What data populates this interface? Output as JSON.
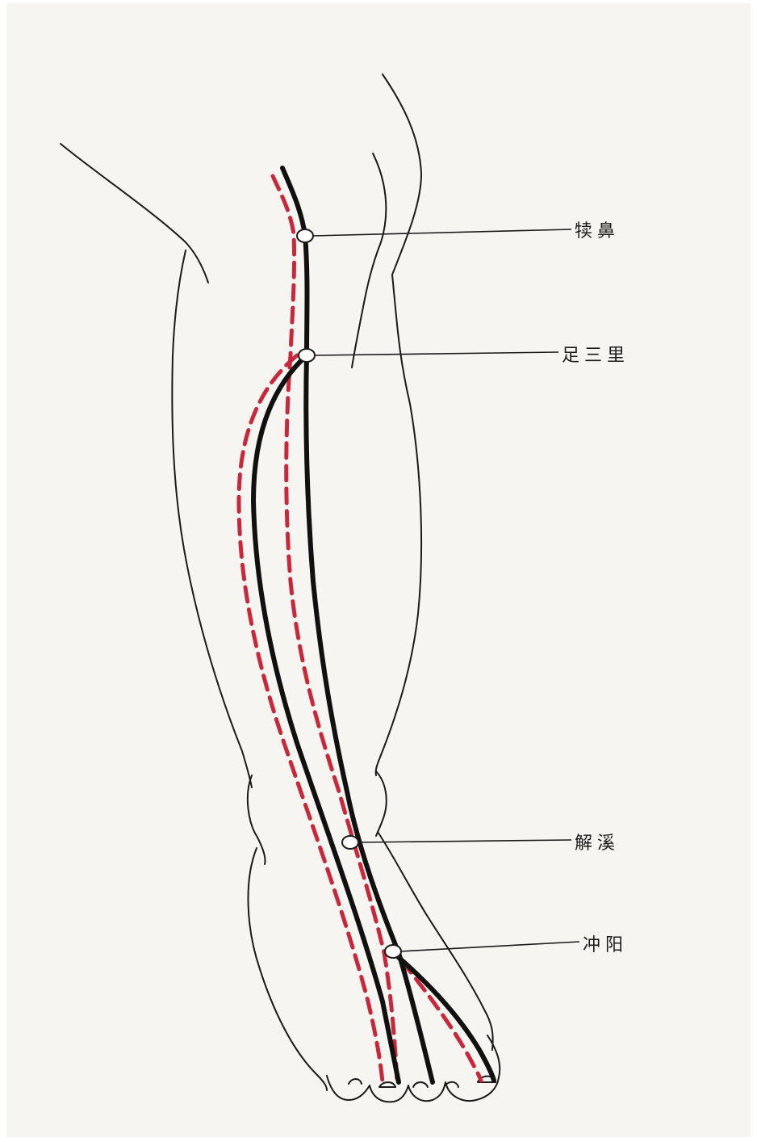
{
  "colors": {
    "paper": "#f6f5f1",
    "outline": "#1a1a1a",
    "meridian_solid": "#111111",
    "meridian_dashed": "#c8283a",
    "point_fill": "#ffffff"
  },
  "acupoints": [
    {
      "id": "dubi",
      "label": "犊鼻"
    },
    {
      "id": "zusanli",
      "label": "足三里"
    },
    {
      "id": "jiexi",
      "label": "解溪"
    },
    {
      "id": "chongyang",
      "label": "冲阳"
    }
  ]
}
